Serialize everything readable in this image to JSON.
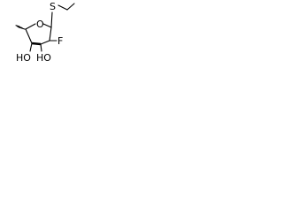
{
  "molecule": {
    "atoms": {
      "sulfur": "S",
      "ring_oxygen": "O",
      "fluorine": "F",
      "hydroxyl_left": "HO",
      "hydroxyl_right": "HO"
    },
    "colors": {
      "bond": "#000000",
      "text": "#000000",
      "background": "#ffffff"
    }
  }
}
